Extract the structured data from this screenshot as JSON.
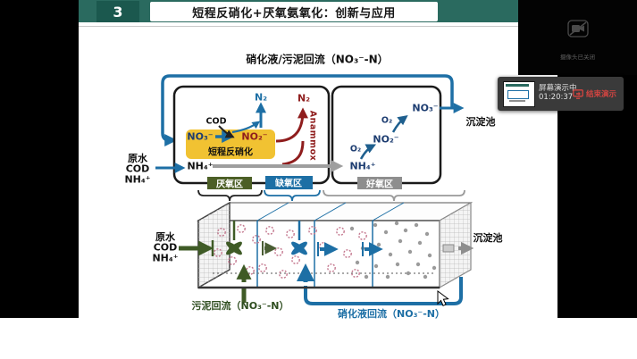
{
  "slide": {
    "number": "3",
    "title": "短程反硝化+厌氧氨氧化：创新与应用",
    "recycle_top_label": "硝化液/污泥回流（NO₃⁻-N）",
    "upper_diagram": {
      "influent_lines": [
        "原水",
        "COD",
        "NH₄⁺"
      ],
      "cod_label": "COD",
      "no3_label": "NO₃⁻",
      "no2_label": "NO₂⁻",
      "pd_box_label": "短程反硝化",
      "n2_denit_label": "N₂",
      "n2_anammox_label": "N₂",
      "anammox_label": "Anammox",
      "nh4_label": "NH₄⁺",
      "aerobic_nh4": "NH₄⁺",
      "aerobic_o2_1": "O₂",
      "aerobic_no2": "NO₂⁻",
      "aerobic_o2_2": "O₂",
      "aerobic_no3": "NO₃⁻",
      "clarifier_label": "沉淀池"
    },
    "zone_labels": {
      "anaerobic": "厌氧区",
      "anoxic": "缺氧区",
      "aerobic": "好氧区"
    },
    "lower_diagram": {
      "influent_lines": [
        "原水",
        "COD",
        "NH₄⁺"
      ],
      "clarifier_label": "沉淀池",
      "sludge_return_label": "污泥回流（NO₃⁻-N）",
      "nitrate_return_label": "硝化液回流（NO₃⁻-N）"
    }
  },
  "meeting_panel": {
    "camera_off_text": "摄像头已关闭",
    "share_status": "屏幕演示中",
    "share_timer": "01:20:37",
    "end_share_button": "结束演示"
  },
  "colors": {
    "header_teal": "#2a6a5f",
    "header_teal_dark": "#1b584e",
    "loop_blue": "#1d6fa5",
    "anammox_red": "#8f1d1d",
    "denit_yellow": "#f1c232",
    "anaerobic_green": "#4c5f26",
    "aerobic_gray": "#8e8e8e"
  }
}
